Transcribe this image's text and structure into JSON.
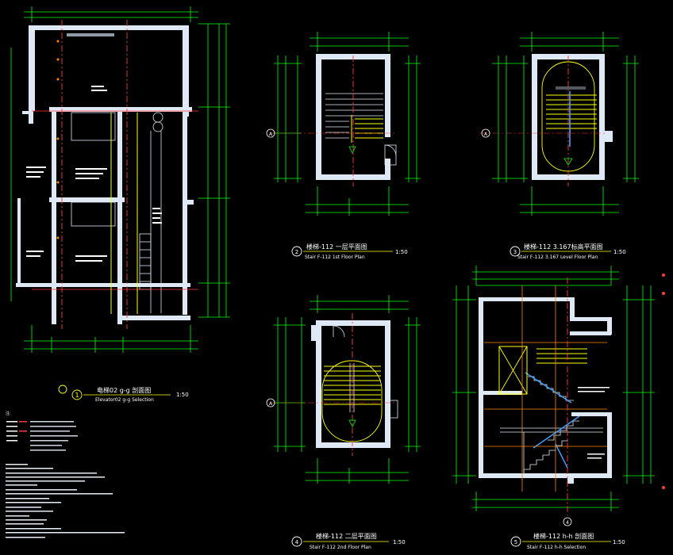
{
  "colors": {
    "background": "#000000",
    "dimension_lines": "#00ff00",
    "walls": "#dfe8f5",
    "axis_lines": "#ff3b3b",
    "stairs": "#ffff00",
    "handrail": "#3fa0ff",
    "text": "#ffffff",
    "grid_bubbles": "#ffffff"
  },
  "drawings": [
    {
      "num": "1",
      "title_cn": "电梯02 g-g 剖面图",
      "title_en": "Elevator02 g-g Selection",
      "scale": "1:50"
    },
    {
      "num": "2",
      "title_cn": "楼梯-112 一层平面图",
      "title_en": "Stair F-112 1st Floor Plan",
      "scale": "1:50"
    },
    {
      "num": "3",
      "title_cn": "楼梯-112 3.167标高平面图",
      "title_en": "Stair F-112 3.167 Level Floor Plan",
      "scale": "1:50"
    },
    {
      "num": "4",
      "title_cn": "楼梯-112 二层平面图",
      "title_en": "Stair F-112 2nd Floor Plan",
      "scale": "1:50"
    },
    {
      "num": "5",
      "title_cn": "楼梯-112 h-h 剖面图",
      "title_en": "Stair F-112 h-h Selection",
      "scale": "1:50"
    }
  ],
  "grid_bubbles": {
    "plan_2": "A",
    "plan_3": "A",
    "plan_4": "A",
    "section_5_bottom": "4"
  },
  "legend_heading": "注:"
}
